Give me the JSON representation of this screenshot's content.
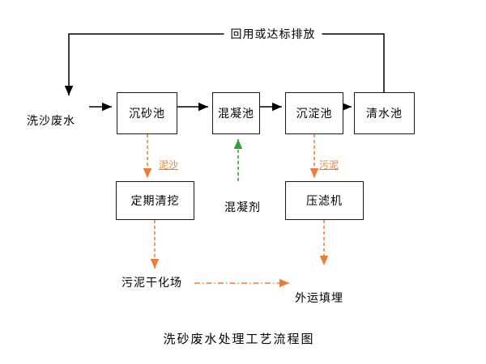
{
  "diagram": {
    "title": "洗砂废水处理工艺流程图",
    "recycle_label": "回用或达标排放",
    "input_label": "洗沙废水",
    "boxes": {
      "grit_tank": "沉砂池",
      "coagulation_tank": "混凝池",
      "sedimentation_tank": "沉淀池",
      "clean_water_tank": "清水池",
      "periodic_dredging": "定期清挖",
      "filter_press": "压滤机"
    },
    "flow_labels": {
      "sediment": "泥沙",
      "sludge": "污泥",
      "coagulant": "混凝剂"
    },
    "outputs": {
      "sludge_drying_field": "污泥干化场",
      "landfill": "外运填埋"
    },
    "colors": {
      "line_black": "#000000",
      "dashed_orange": "#ED7D31",
      "dashed_green": "#2FA132",
      "box_border": "#1a1a1a",
      "background": "#ffffff"
    }
  }
}
